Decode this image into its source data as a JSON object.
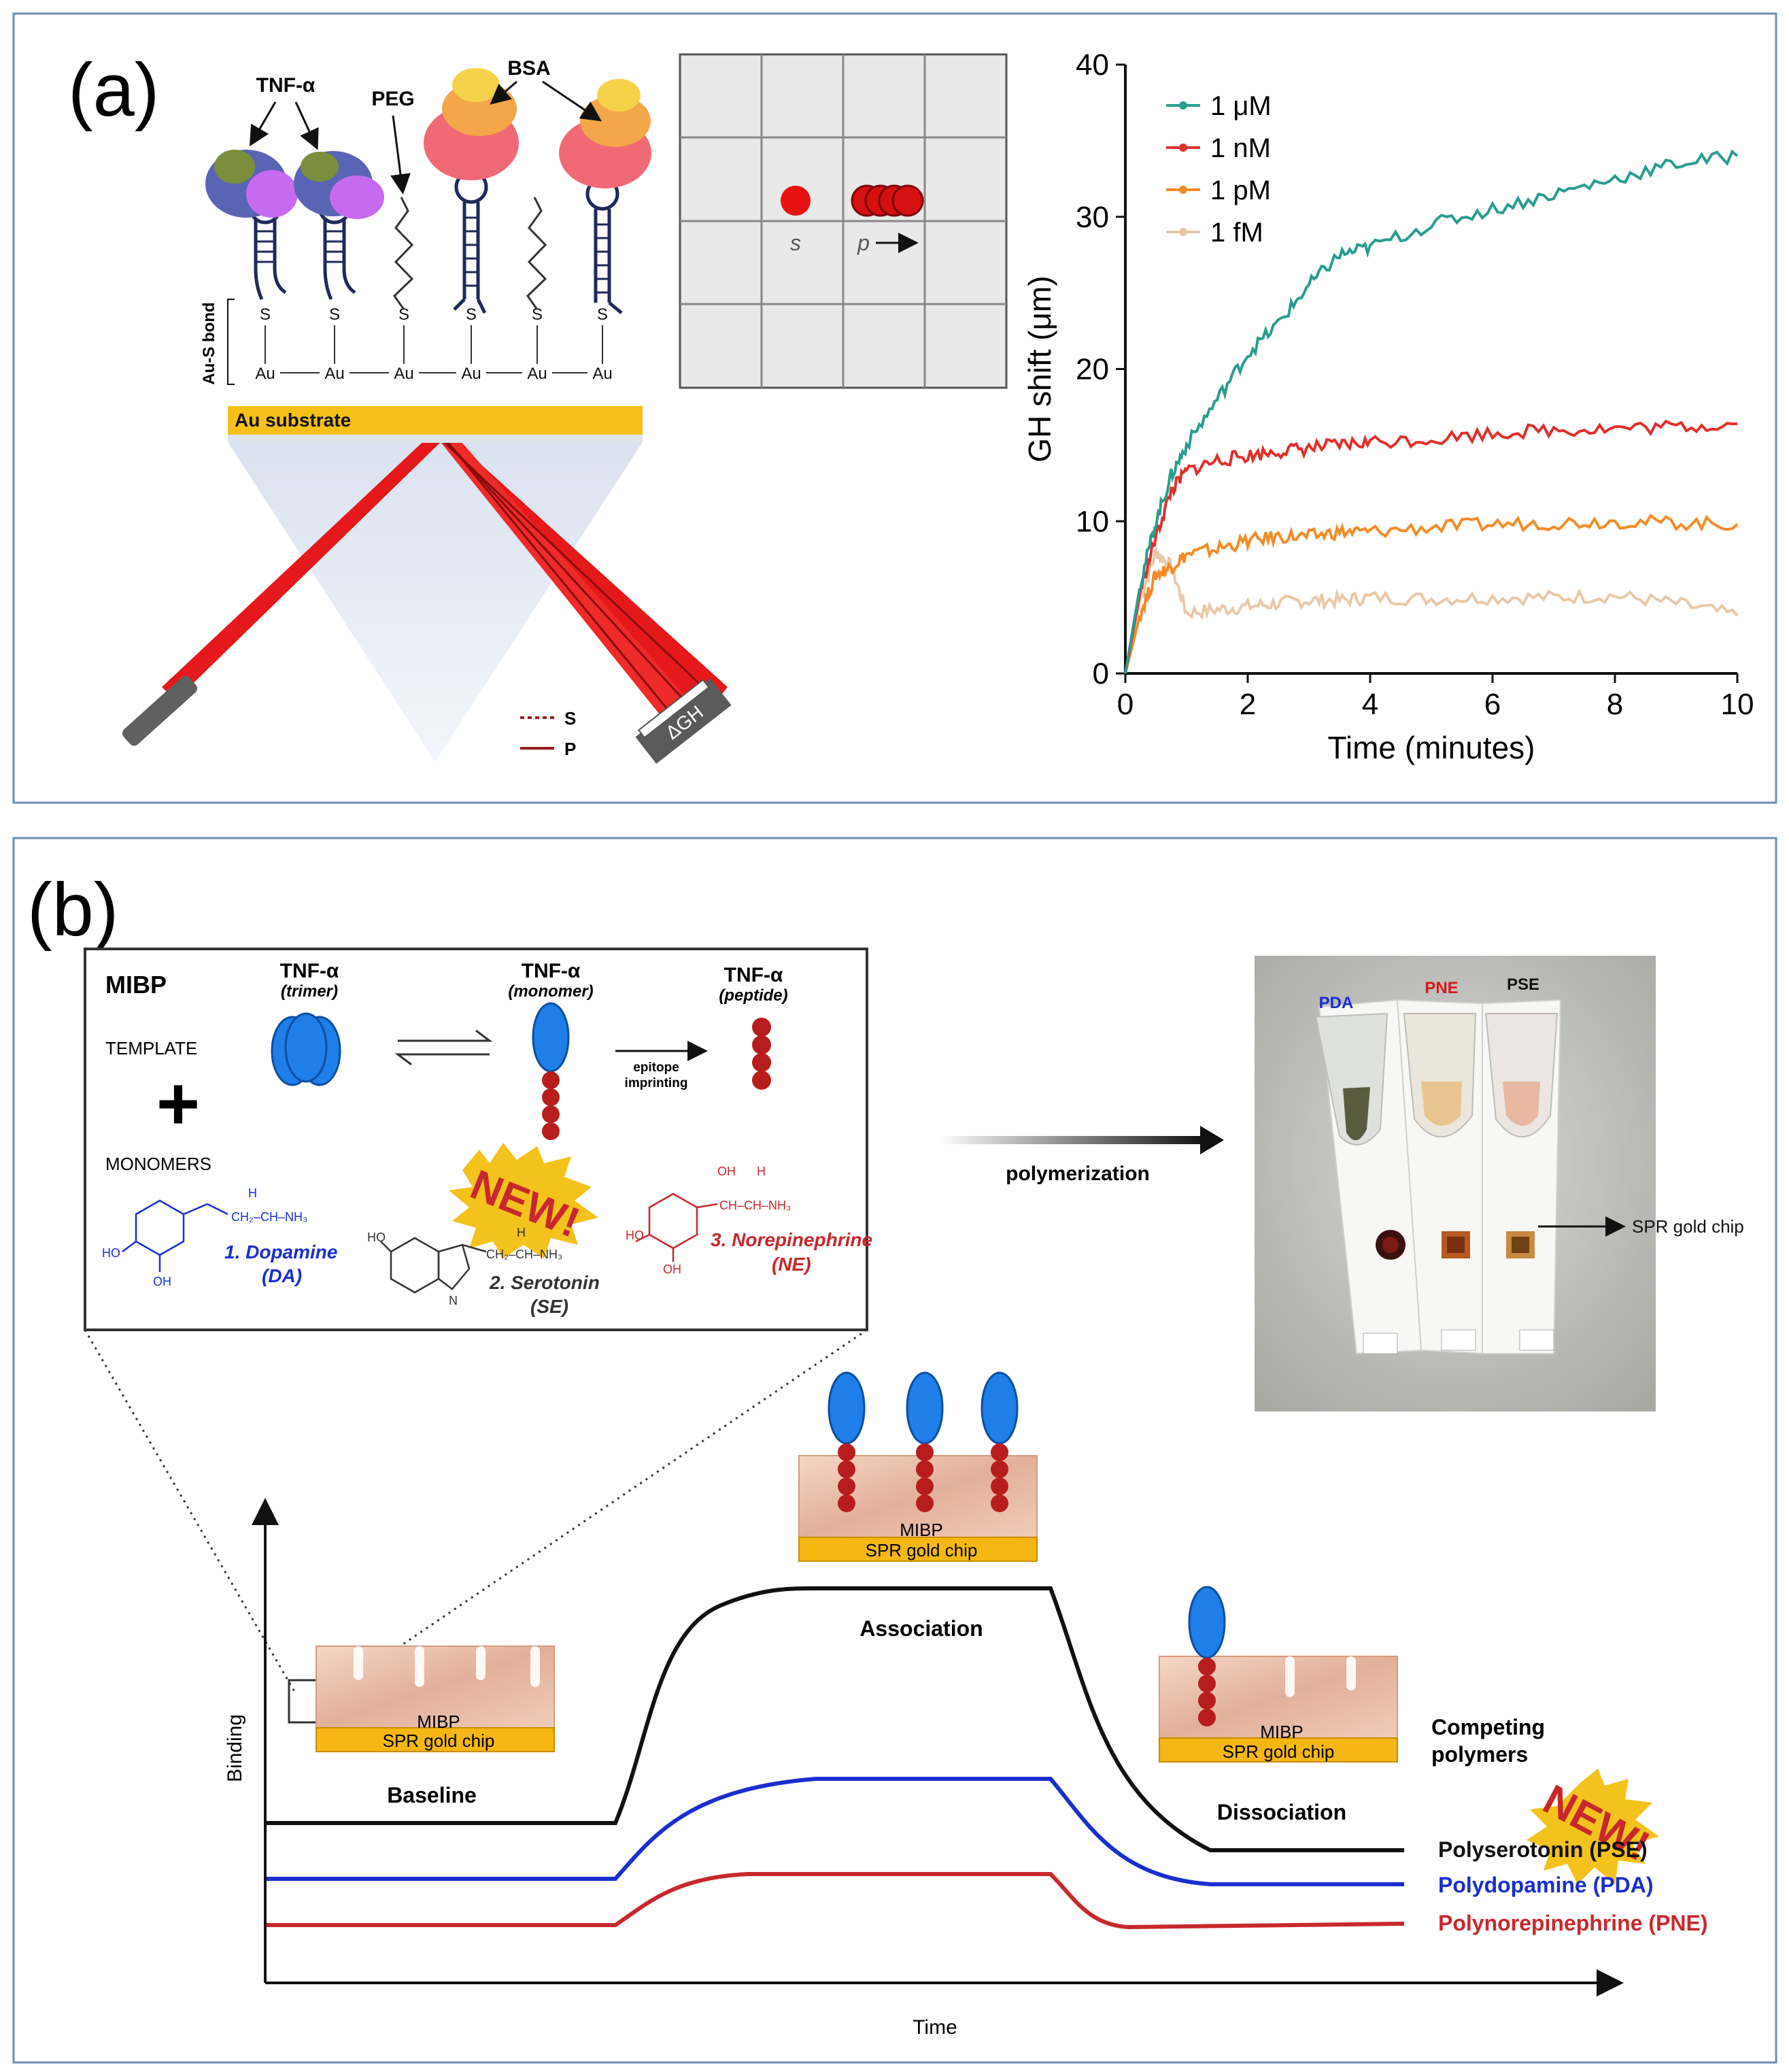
{
  "panel_a": {
    "label": "(a)",
    "schematic": {
      "tnf_label": "TNF-α",
      "peg_label": "PEG",
      "bsa_label": "BSA",
      "aus_bond_label": "Au-S bond",
      "s_atom": "S",
      "au_atom": "Au",
      "au_substrate_label": "Au substrate",
      "detector_label": "ΔGH",
      "legend_s": "S",
      "legend_p": "P"
    },
    "spot_grid": {
      "s_label": "s",
      "p_label": "p"
    }
  },
  "chart_data": {
    "type": "line",
    "xlabel": "Time (minutes)",
    "ylabel": "GH shift (μm)",
    "xlim": [
      0,
      10
    ],
    "ylim": [
      0,
      40
    ],
    "xticks": [
      "0",
      "2",
      "4",
      "6",
      "8",
      "10"
    ],
    "yticks": [
      "0",
      "10",
      "20",
      "30",
      "40"
    ],
    "legend_position": "top-left",
    "grid": false,
    "x": [
      0,
      0.25,
      0.5,
      0.75,
      1,
      1.5,
      2,
      2.5,
      3,
      3.5,
      4,
      5,
      6,
      7,
      8,
      9,
      10
    ],
    "series": [
      {
        "name": "1 μM",
        "color": "#2a9d8f",
        "values": [
          0,
          6,
          10,
          13,
          15,
          18,
          21,
          23,
          25.5,
          27.5,
          28,
          29.5,
          30.5,
          31.5,
          32.5,
          33.5,
          34
        ]
      },
      {
        "name": "1 nM",
        "color": "#e0302c",
        "values": [
          0,
          5.5,
          9,
          12,
          13.3,
          14,
          14.3,
          14.6,
          14.8,
          15,
          15.2,
          15.4,
          15.8,
          16,
          16.1,
          16.2,
          16.4
        ]
      },
      {
        "name": "1 pM",
        "color": "#f28c28",
        "values": [
          0,
          4,
          6.5,
          7,
          7.8,
          8.2,
          8.7,
          9,
          9,
          9.3,
          9.3,
          9.6,
          9.8,
          9.9,
          10,
          9.9,
          9.8
        ]
      },
      {
        "name": "1 fM",
        "color": "#e8c9a8",
        "values": [
          0,
          5,
          8,
          7,
          4,
          4.2,
          4.4,
          4.6,
          4.8,
          4.8,
          5,
          4.9,
          5,
          5,
          5.1,
          4.6,
          3.8
        ]
      }
    ]
  },
  "panel_b": {
    "label": "(b)",
    "inset": {
      "title": "MIBP",
      "template_label": "TEMPLATE",
      "monomers_label": "MONOMERS",
      "tnf_trimer": "TNF-α",
      "tnf_trimer_sub": "(trimer)",
      "tnf_monomer": "TNF-α",
      "tnf_monomer_sub": "(monomer)",
      "tnf_peptide": "TNF-α",
      "tnf_peptide_sub": "(peptide)",
      "epitope_label_1": "epitope",
      "epitope_label_2": "imprinting",
      "new_badge": "NEW!",
      "dopamine": "1. Dopamine",
      "dopamine_abbr": "(DA)",
      "serotonin": "2. Serotonin",
      "serotonin_abbr": "(SE)",
      "norepinephrine": "3. Norepinephrine",
      "norepinephrine_abbr": "(NE)"
    },
    "polymerization_label": "polymerization",
    "photo": {
      "tube_pda": "PDA",
      "tube_pne": "PNE",
      "tube_pse": "PSE",
      "chip_callout": "SPR gold chip"
    },
    "sensorgram": {
      "y_axis": "Binding",
      "x_axis": "Time",
      "baseline": "Baseline",
      "association": "Association",
      "dissociation": "Dissociation",
      "competing_1": "Competing",
      "competing_2": "polymers",
      "pse": "Polyserotonin (PSE)",
      "pda": "Polydopamine (PDA)",
      "pne": "Polynorepinephrine (PNE)",
      "new_badge": "NEW!",
      "colors": {
        "pse": "#111111",
        "pda": "#1a2ecf",
        "pne": "#c8282c"
      }
    },
    "chip": {
      "mibp": "MIBP",
      "gold": "SPR gold chip"
    }
  }
}
